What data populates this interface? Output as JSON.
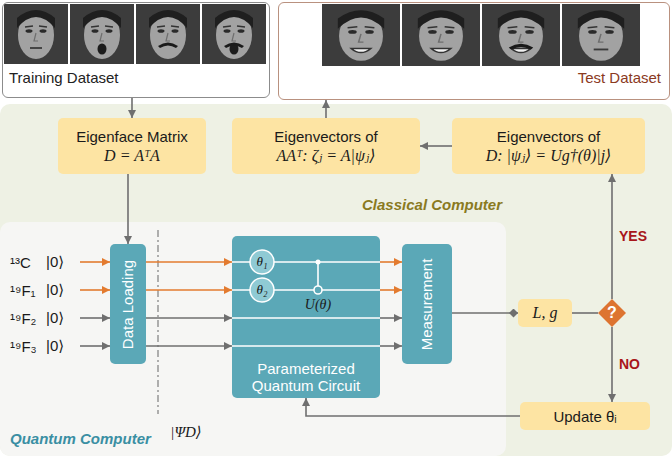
{
  "diagram": {
    "nodes": [
      {
        "text": [
          "Training Dataset"
        ]
      },
      {
        "text": [
          "Test Dataset"
        ]
      },
      {
        "text": [
          "Classical Computer"
        ]
      },
      {
        "text": [
          "Quantum Computer"
        ],
        "in": 2
      },
      {
        "text": [
          "Eigenface Matrix",
          "D = AᵀA"
        ],
        "in": 2
      },
      {
        "text": [
          "Eigenvectors of",
          "AAᵀ: ζⱼ = A|ψⱼ⟩"
        ],
        "in": 2
      },
      {
        "text": [
          "Eigenvectors of",
          "D: |ψⱼ⟩ = Ug†(θ)|j⟩"
        ],
        "in": 2
      },
      {
        "text": [
          "Data Loading"
        ],
        "in": 3
      },
      {
        "text": [
          "Parameterized Quantum Circuit"
        ],
        "in": 3
      },
      {
        "text": [
          "θ₁"
        ],
        "in": 8
      },
      {
        "text": [
          "θ₂"
        ],
        "in": 8
      },
      {
        "text": [
          "Measurement"
        ],
        "in": 3
      },
      {
        "text": [
          "L, g"
        ],
        "in": 2
      },
      {
        "text": [
          "?"
        ],
        "in": 2
      },
      {
        "text": [
          "Update θᵢ"
        ],
        "in": 2
      }
    ],
    "edges": [
      {
        "from": 0,
        "to": 4,
        "arrow": "to"
      },
      {
        "from": 4,
        "to": 7,
        "arrow": "to"
      },
      {
        "from": 7,
        "to": 8,
        "arrow": "to"
      },
      {
        "from": 7,
        "to": 8,
        "arrow": "to"
      },
      {
        "from": 7,
        "to": 8,
        "arrow": "to"
      },
      {
        "from": 7,
        "to": 8,
        "arrow": "to"
      },
      {
        "from": 8,
        "to": 11,
        "arrow": "to"
      },
      {
        "from": 8,
        "to": 11,
        "arrow": "to"
      },
      {
        "from": 8,
        "to": 11,
        "arrow": "to"
      },
      {
        "from": 8,
        "to": 11,
        "arrow": "to"
      },
      {
        "from": 11,
        "to": 12,
        "arrow": "to"
      },
      {
        "from": 12,
        "to": 13,
        "arrow": "none"
      },
      {
        "from": 13,
        "to": 6,
        "label": "YES",
        "arrow": "to"
      },
      {
        "from": 13,
        "to": 14,
        "label": "NO",
        "arrow": "to"
      },
      {
        "from": 14,
        "to": 8,
        "arrow": "to"
      },
      {
        "from": 6,
        "to": 5,
        "arrow": "to"
      },
      {
        "from": 5,
        "to": 1,
        "arrow": "to"
      }
    ],
    "labels": [
      "¹³C",
      "|0⟩",
      "¹⁹F₁",
      "|0⟩",
      "¹⁹F₂",
      "|0⟩",
      "¹⁹F₃",
      "|0⟩",
      "|ΨD⟩",
      "U(θ)"
    ]
  }
}
